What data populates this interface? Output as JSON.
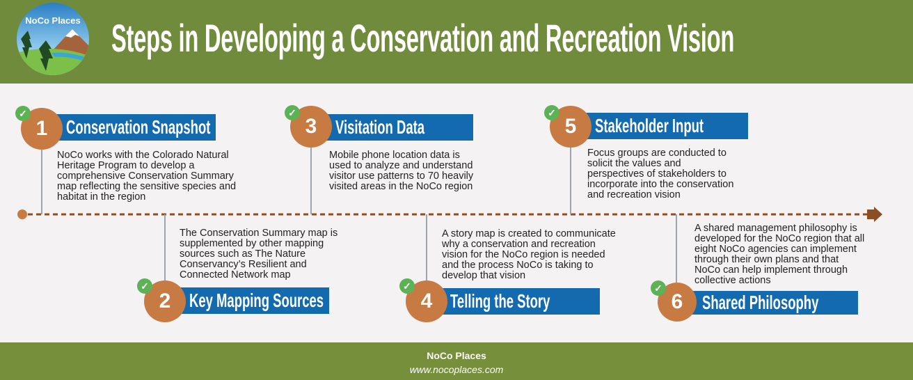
{
  "header": {
    "logo_text": "NoCo Places",
    "title": "Steps in Developing a Conservation and Recreation Vision"
  },
  "steps": [
    {
      "number": "1",
      "title": "Conservation Snapshot",
      "text": "NoCo works with the Colorado Natural Heritage Program to develop a comprehensive Conservation Summary map reflecting the sensitive species and habitat in the region"
    },
    {
      "number": "2",
      "title": "Key Mapping Sources",
      "text": "The Conservation Summary map is supplemented by other mapping sources such as The Nature Conservancy’s Resilient and Connected Network map"
    },
    {
      "number": "3",
      "title": "Visitation Data",
      "text": "Mobile phone location data is used to analyze and understand visitor use patterns to 70 heavily visited areas in the NoCo region"
    },
    {
      "number": "4",
      "title": "Telling the Story",
      "text": "A story map is created to communicate why a conservation and recreation vision for the NoCo region is needed and the process NoCo is taking to develop that vision"
    },
    {
      "number": "5",
      "title": "Stakeholder Input",
      "text": "Focus groups are conducted to solicit the values and perspectives of stakeholders to incorporate into the conservation and recreation vision"
    },
    {
      "number": "6",
      "title": "Shared Philosophy",
      "text": "A shared management philosophy is developed for the NoCo region that all eight NoCo agencies can implement through their own plans and that NoCo can help implement through collective actions"
    }
  ],
  "footer": {
    "name": "NoCo Places",
    "url": "www.nocoplaces.com"
  },
  "colors": {
    "header": "#708b3b",
    "accent_blue": "#136aae",
    "circle": "#c77a42",
    "check": "#5cb254",
    "timeline": "#8b4e25"
  }
}
